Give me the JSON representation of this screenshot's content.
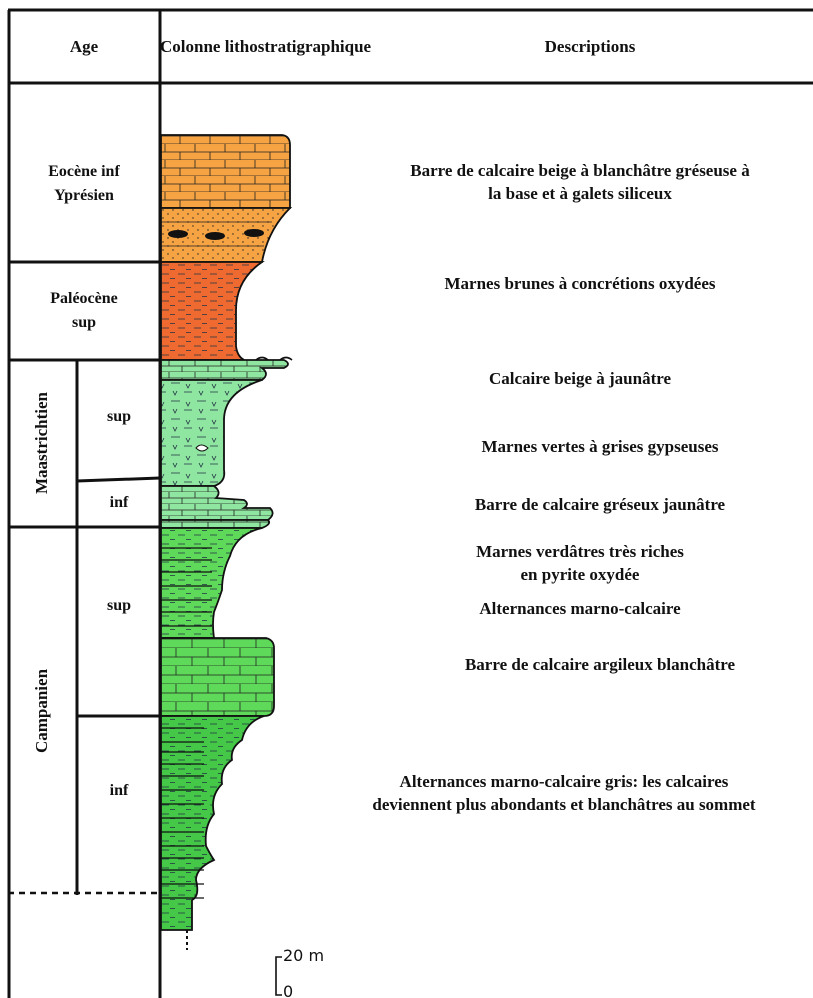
{
  "headers": {
    "age": "Age",
    "column": "Colonne lithostratigraphique",
    "descriptions": "Descriptions"
  },
  "ages": {
    "eocene": "Eocène inf\nYprésien",
    "paleocene": "Paléocène\nsup",
    "maastrichtien": "Maastrichtien",
    "maastrichtien_sup": "sup",
    "maastrichtien_inf": "inf",
    "campanien": "Campanien",
    "campanien_sup": "sup",
    "campanien_inf": "inf"
  },
  "descriptions": [
    "Barre de calcaire  beige à blanchâtre gréseuse à\nla base et à galets siliceux",
    "Marnes brunes à concrétions oxydées",
    "Calcaire beige à jaunâtre",
    "Marnes vertes à grises gypseuses",
    "Barre de calcaire gréseux jaunâtre",
    "Marnes verdâtres très riches\nen pyrite oxydée",
    "Alternances marno-calcaire",
    "Barre de calcaire argileux blanchâtre",
    "Alternances marno-calcaire gris: les calcaires\ndeviennent plus abondants et blanchâtres au sommet"
  ],
  "scale": {
    "top_label": "20 m",
    "bottom_label": "0"
  },
  "colors": {
    "eocene_limestone": "#f5a343",
    "paleocene_marl": "#ef6a30",
    "maastrichtien_green": "#8fe6a0",
    "campanien_green": "#5fd95a",
    "campanien_inf_green": "#45c748"
  }
}
